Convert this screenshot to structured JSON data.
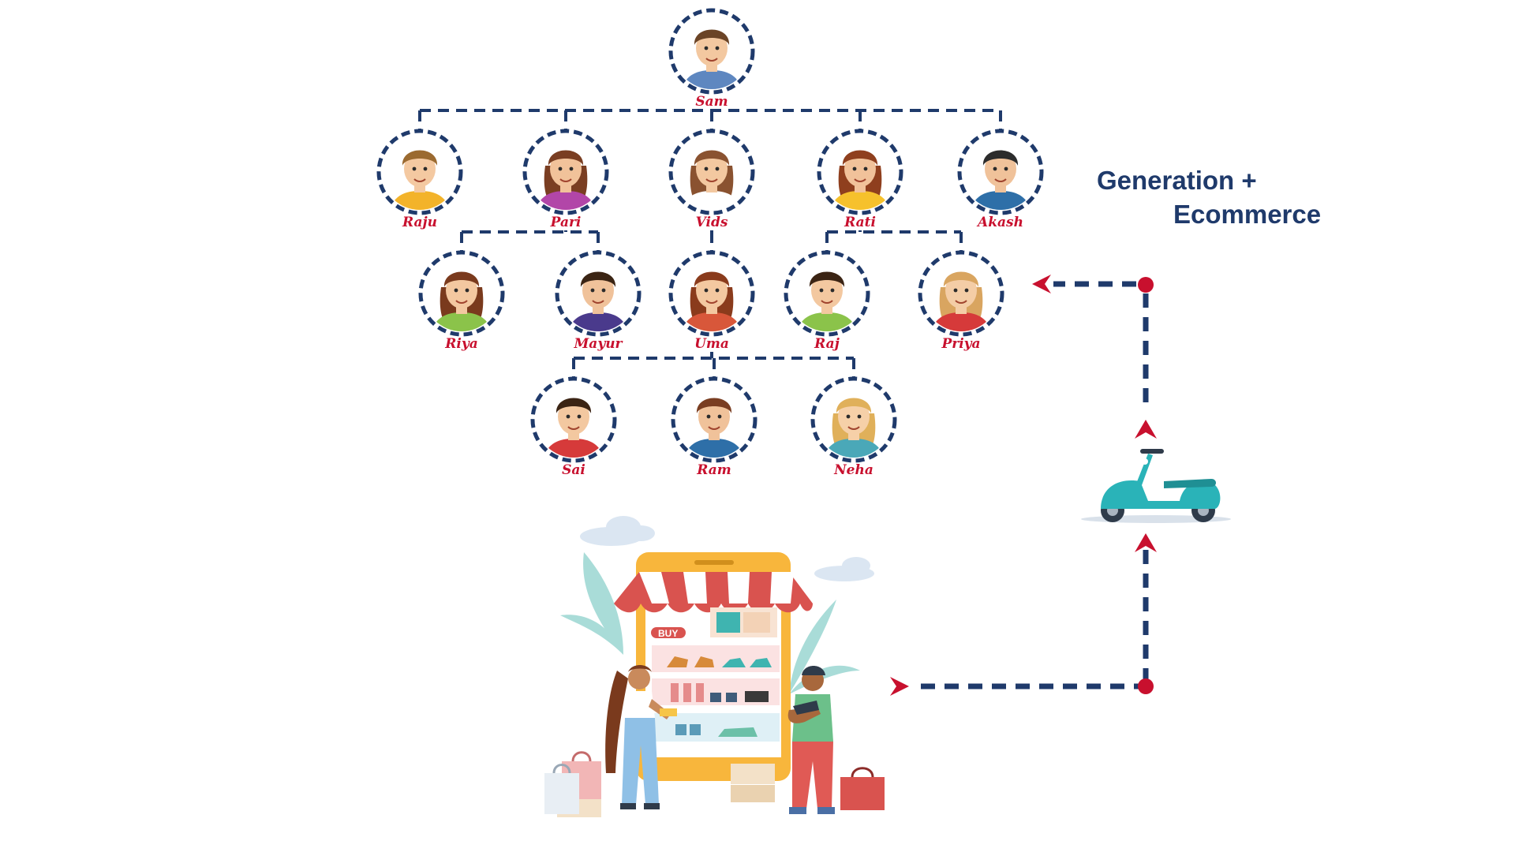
{
  "title": {
    "line1": "Generation +",
    "line2": "Ecommerce"
  },
  "colors": {
    "connector": "#1f3a6b",
    "name": "#c8102e",
    "arrow": "#c8102e",
    "title": "#1f3a6b"
  },
  "tree": {
    "nodes": [
      {
        "id": "sam",
        "name": "Sam",
        "parent": null,
        "skin": "#f3c8a0",
        "hair": "#6b4426",
        "shirt": "#5e87c0",
        "female": false
      },
      {
        "id": "raju",
        "name": "Raju",
        "parent": "sam",
        "skin": "#f4c9a1",
        "hair": "#9b6a30",
        "shirt": "#f3b32a",
        "female": false
      },
      {
        "id": "pari",
        "name": "Pari",
        "parent": "sam",
        "skin": "#f1c29a",
        "hair": "#7a3e22",
        "shirt": "#b246a8",
        "female": true
      },
      {
        "id": "vids",
        "name": "Vids",
        "parent": "sam",
        "skin": "#f3c8a0",
        "hair": "#8a5230",
        "shirt": "#ffffff",
        "female": true
      },
      {
        "id": "rati",
        "name": "Rati",
        "parent": "sam",
        "skin": "#f1c29a",
        "hair": "#8f3f1e",
        "shirt": "#f6c12c",
        "female": true
      },
      {
        "id": "akash",
        "name": "Akash",
        "parent": "sam",
        "skin": "#f0c29a",
        "hair": "#2c2c2c",
        "shirt": "#2e6fa8",
        "female": false
      },
      {
        "id": "riya",
        "name": "Riya",
        "parent": "pari",
        "skin": "#f3c8a0",
        "hair": "#7a3a1d",
        "shirt": "#8bc34a",
        "female": true
      },
      {
        "id": "mayur",
        "name": "Mayur",
        "parent": "pari",
        "skin": "#f0c29a",
        "hair": "#3b2414",
        "shirt": "#4a3a8c",
        "female": false
      },
      {
        "id": "uma",
        "name": "Uma",
        "parent": "vids",
        "skin": "#f3c8a0",
        "hair": "#8a3b1c",
        "shirt": "#d8573a",
        "female": true
      },
      {
        "id": "raj",
        "name": "Raj",
        "parent": "rati",
        "skin": "#f3c8a0",
        "hair": "#3b2414",
        "shirt": "#8bc34a",
        "female": false
      },
      {
        "id": "priya",
        "name": "Priya",
        "parent": "rati",
        "skin": "#f4cda6",
        "hair": "#d9a560",
        "shirt": "#d63a3a",
        "female": true
      },
      {
        "id": "sai",
        "name": "Sai",
        "parent": "uma",
        "skin": "#f3c8a0",
        "hair": "#3b2414",
        "shirt": "#d63a3a",
        "female": false
      },
      {
        "id": "ram",
        "name": "Ram",
        "parent": "uma",
        "skin": "#f0c29a",
        "hair": "#7a3e22",
        "shirt": "#2e6fa8",
        "female": false
      },
      {
        "id": "neha",
        "name": "Neha",
        "parent": "uma",
        "skin": "#f6d0a8",
        "hair": "#e0b05a",
        "shirt": "#4aa8b8",
        "female": true
      }
    ]
  },
  "store": {
    "buy_label": "BUY"
  },
  "icons": {
    "scooter": "scooter-icon",
    "store": "mobile-store-illustration",
    "arrow": "arrow-head-icon"
  }
}
